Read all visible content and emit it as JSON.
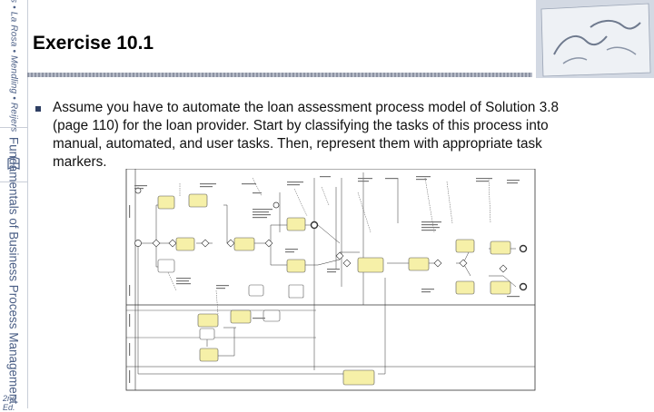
{
  "sidebar": {
    "top_text": "Dumas • La Rosa • Mendling • Reijers",
    "main_text": "Fundamentals of Business Process Management",
    "edition": "2nd Ed."
  },
  "slide": {
    "title": "Exercise 10.1",
    "bullet": "Assume you have to automate the loan assessment process model of Solution 3.8 (page 110) for the loan provider. Start by classifying the tasks of this process into manual, automated, and user tasks. Then, represent them with appropriate task markers."
  },
  "colors": {
    "sidebar_text": "#4b5f86",
    "task_fill": "#f6f0a8",
    "task_stroke": "#555555",
    "bullet": "#2f3f63"
  },
  "icons": {
    "bullet": "square-bullet-icon",
    "sidebar_logo": "book-icon",
    "corner": "drawing-hands-illustration"
  }
}
